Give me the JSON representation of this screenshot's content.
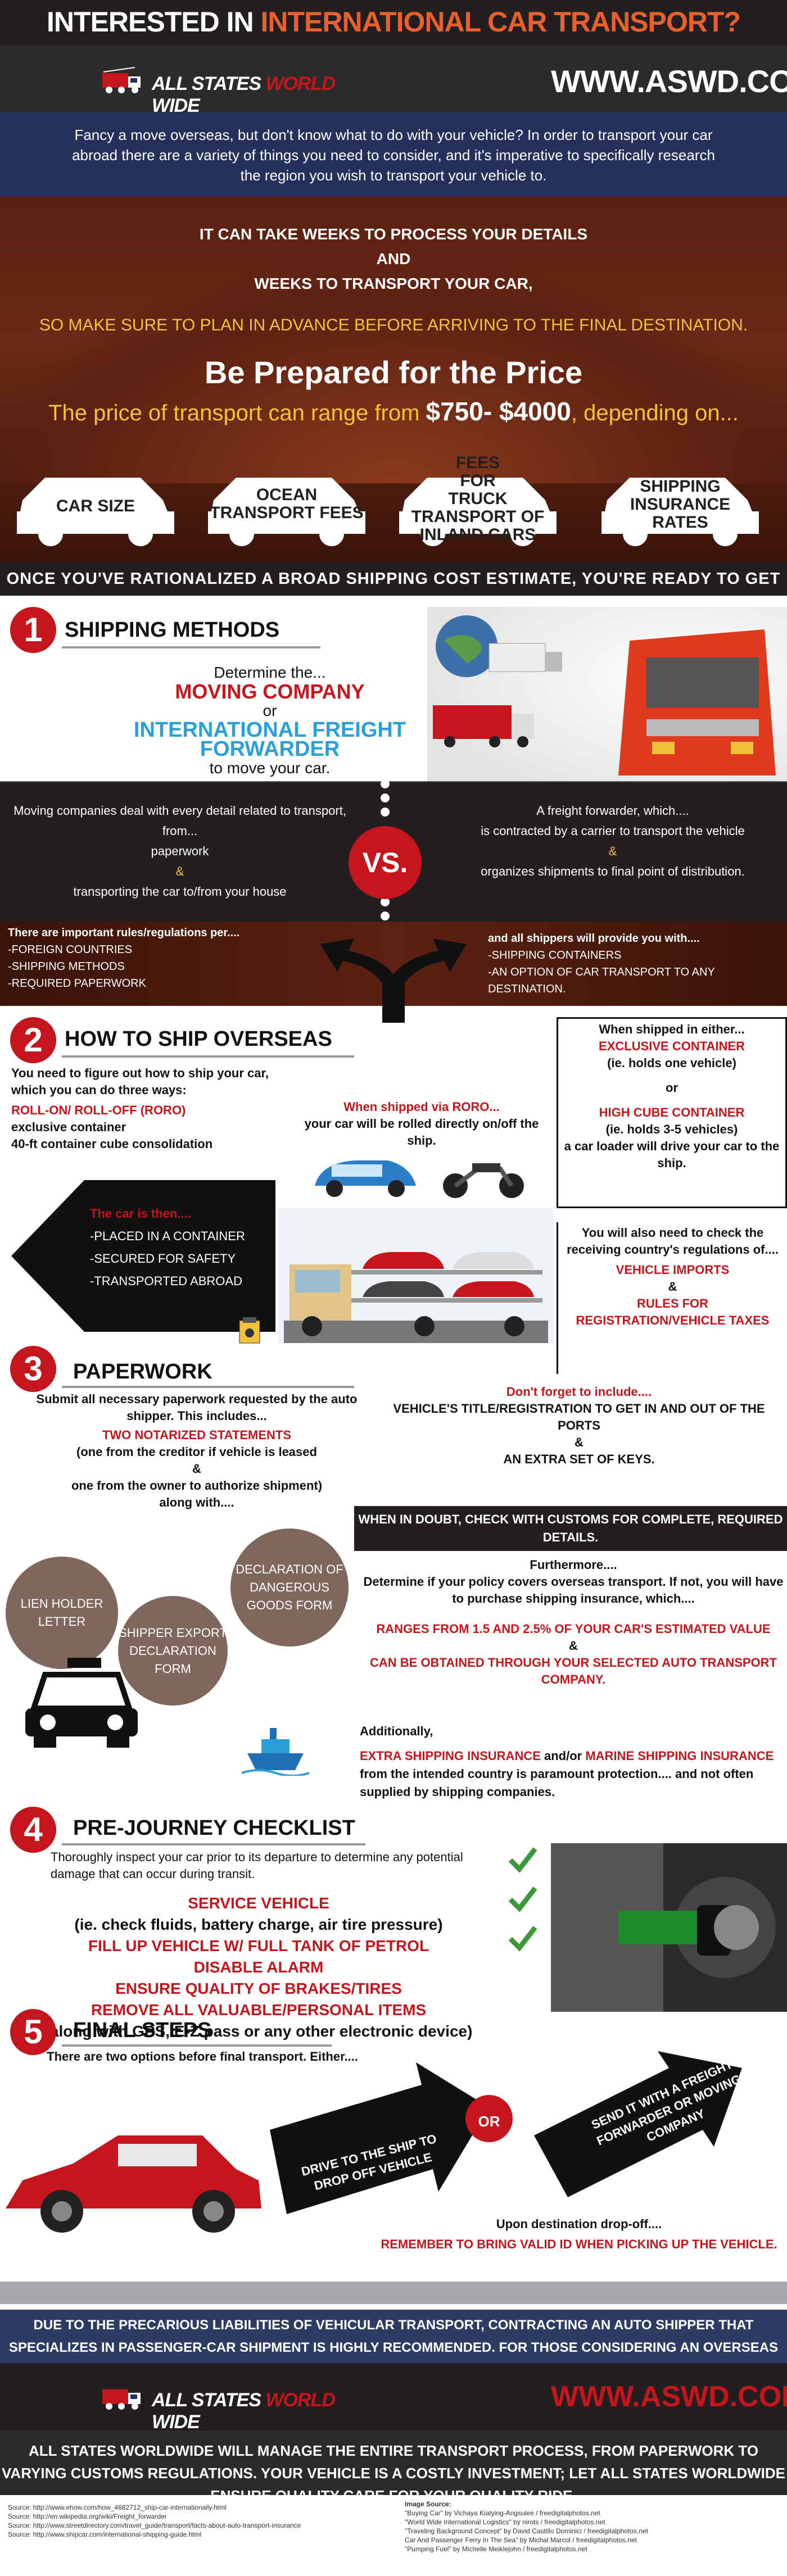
{
  "header": {
    "title_prefix": "INTERESTED IN ",
    "title_highlight": "INTERNATIONAL CAR TRANSPORT?",
    "brand_name_a": "ALL STATES ",
    "brand_name_b": "WORLD",
    "brand_name_c": " WIDE",
    "website": "WWW.ASWD.COM"
  },
  "intro": "Fancy a move overseas, but don't know what to do with your vehicle? In order to transport your car abroad there are a variety of things you need to consider, and it's imperative to specifically research the region you wish to transport your vehicle to.",
  "timing": {
    "line1": "IT CAN TAKE WEEKS TO PROCESS YOUR DETAILS",
    "line2": "AND",
    "line3": "WEEKS TO TRANSPORT YOUR CAR,",
    "plan": "SO MAKE SURE TO PLAN IN ADVANCE BEFORE ARRIVING TO THE FINAL DESTINATION."
  },
  "price": {
    "heading": "Be Prepared for the Price",
    "range_pre": "The price of transport can range from ",
    "range_value": "$750- $4000",
    "range_post": ", depending on...",
    "factors": [
      {
        "line1": "CAR SIZE",
        "line2": "",
        "line3": ""
      },
      {
        "line1": "OCEAN",
        "line2": "TRANSPORT FEES",
        "line3": ""
      },
      {
        "line1": "FEES",
        "line2": "FOR",
        "line3": "TRUCK TRANSPORT OF INLAND CARS"
      },
      {
        "line1": "SHIPPING",
        "line2": "INSURANCE",
        "line3": "RATES"
      }
    ]
  },
  "rationalized": "ONCE YOU'VE RATIONALIZED A BROAD SHIPPING COST ESTIMATE, YOU'RE READY TO GET STARTED.",
  "step1": {
    "num": "1",
    "title": "SHIPPING METHODS",
    "determine": "Determine the...",
    "moving_company": "MOVING COMPANY",
    "or": "or",
    "forwarder": "INTERNATIONAL FREIGHT FORWARDER",
    "to_move": "to move your car.",
    "left_l1": "Moving companies deal with every detail related to transport,",
    "left_l2": "from...",
    "left_l3": "paperwork",
    "left_amp": "&",
    "left_l4": "transporting the car to/from your house",
    "vs": "VS.",
    "right_l1": "A freight forwarder, which....",
    "right_l2": "is contracted by a carrier to transport the vehicle",
    "right_amp": "&",
    "right_l3": "organizes shipments to final point of distribution.",
    "rules_title": "There are important rules/regulations per....",
    "rules_items": [
      "-FOREIGN COUNTRIES",
      "-SHIPPING METHODS",
      "-REQUIRED PAPERWORK"
    ],
    "shippers_title": "and all shippers will provide you with....",
    "shippers_items": [
      "-SHIPPING CONTAINERS",
      "-AN OPTION OF CAR TRANSPORT TO ANY DESTINATION."
    ]
  },
  "step2": {
    "num": "2",
    "title": "HOW TO SHIP OVERSEAS",
    "intro": "You need to figure out how to ship your car, which you can do three ways:",
    "roro": "ROLL-ON/ ROLL-OFF (RORO)",
    "exclusive": "exclusive container",
    "ft40": "40-ft container cube consolidation",
    "via_roro": "When shipped via RORO...",
    "via_roro_text": "your car will be rolled directly on/off the ship.",
    "car_is": "The car is then....",
    "car_list": [
      "-PLACED IN A CONTAINER",
      "-SECURED FOR SAFETY",
      "-TRANSPORTED ABROAD"
    ],
    "either": "When shipped in either...",
    "excl_container": "EXCLUSIVE CONTAINER",
    "excl_note": "(ie. holds one vehicle)",
    "or": "or",
    "hc_container": "HIGH CUBE CONTAINER",
    "hc_note": "(ie. holds 3-5 vehicles)",
    "hc_text": "a car loader will drive your car to the ship.",
    "check_text": "You will also need to check the receiving country's regulations of....",
    "vehicle_imports": "VEHICLE IMPORTS",
    "amp": "&",
    "rules_reg": "RULES FOR REGISTRATION/VEHICLE TAXES"
  },
  "step3": {
    "num": "3",
    "title": "PAPERWORK",
    "submit": "Submit all necessary paperwork requested by the auto shipper. This includes...",
    "two_notarized": "TWO NOTARIZED STATEMENTS",
    "one_from_creditor": "(one from the creditor if vehicle is leased",
    "amp": "&",
    "one_from_owner": "one from the owner to authorize shipment)",
    "along_with": "along with....",
    "dont_forget": "Don't forget to include....",
    "title_reg": "VEHICLE'S TITLE/REGISTRATION TO GET IN AND OUT OF THE PORTS",
    "extra_keys": "AN EXTRA SET OF KEYS.",
    "doubt": "WHEN IN DOUBT, CHECK WITH CUSTOMS FOR COMPLETE, REQUIRED DETAILS.",
    "furthermore": "Furthermore....",
    "determine": "Determine if your policy covers overseas transport.  If not, you will have to purchase shipping insurance, which....",
    "ranges": "RANGES FROM 1.5 AND 2.5% OF YOUR CAR'S ESTIMATED VALUE",
    "obtained": "CAN BE OBTAINED THROUGH YOUR SELECTED AUTO TRANSPORT COMPANY.",
    "additionally": "Additionally,",
    "extra_ship": "EXTRA SHIPPING INSURANCE",
    "and_or": " and/or ",
    "marine": "MARINE SHIPPING INSURANCE",
    "addl_tail": " from the intended country is paramount protection.... and not often supplied by shipping companies.",
    "bubbles": [
      "LIEN HOLDER LETTER",
      "SHIPPER EXPORT DECLARATION FORM",
      "DECLARATION OF DANGEROUS GOODS FORM"
    ]
  },
  "step4": {
    "num": "4",
    "title": "PRE-JOURNEY CHECKLIST",
    "intro": "Thoroughly inspect your car prior to its departure to determine any potential damage that can occur during transit.",
    "service": "SERVICE VEHICLE",
    "service_note": "(ie. check fluids, battery charge, air tire pressure)",
    "fill": "FILL UP VEHICLE W/ FULL TANK OF PETROL",
    "disable": "DISABLE ALARM",
    "ensure": "ENSURE QUALITY OF BRAKES/TIRES",
    "remove": "REMOVE ALL VALUABLE/PERSONAL ITEMS",
    "remove_note": "(along with GPS, E-Z pass or any other electronic device)"
  },
  "step5": {
    "num": "5",
    "title": "FINAL STEPS",
    "intro": "There are two options before final transport. Either....",
    "opt1": "DRIVE TO THE SHIP TO DROP OFF VEHICLE",
    "or": "OR",
    "opt2": "SEND IT WITH A FREIGHT FORWARDER OR MOVING COMPANY",
    "upon": "Upon destination drop-off....",
    "remember": "REMEMBER TO BRING VALID ID WHEN PICKING UP THE VEHICLE."
  },
  "footer": {
    "precarious": "DUE TO THE PRECARIOUS LIABILITIES OF VEHICULAR TRANSPORT, CONTRACTING AN AUTO SHIPPER THAT SPECIALIZES IN PASSENGER-CAR SHIPMENT IS HIGHLY RECOMMENDED. FOR THOSE CONSIDERING AN OVERSEAS SHIPMENT, CONSIDER THE EXPERTS AT",
    "website": "WWW.ASWD.COM",
    "closing": "ALL STATES WORLDWIDE WILL MANAGE THE ENTIRE TRANSPORT PROCESS, FROM PAPERWORK TO VARYING CUSTOMS REGULATIONS. YOUR VEHICLE IS A COSTLY INVESTMENT; LET ALL STATES WORLDWIDE ENSURE QUALITY CARE FOR YOUR QUALITY RIDE.",
    "sources": [
      "Source: http://www.ehow.com/how_4682712_ship-car-internationally.html",
      "Source: http://en.wikipedia.org/wiki/Freight_forwarder",
      "Source: http://www.streetdirectory.com/travel_guide/transport/facts-about-auto-transport-insurance",
      "Source: http://www.shipcar.com/international-shipping-guide.html"
    ],
    "image_source_title": "Image Source:",
    "image_sources": [
      "\"Buying Car\" by Vichaya Kiatying-Angsulee / freedigitalphotos.net",
      "\"World Wide International Logistics\" by nirots / freedigitalphotos.net",
      "\"Traveling Background Concept\" by David Castillo Dominici / freedigitalphotos.net",
      "Car And Passenger Ferry In The Sea\" by Michal Marcol / freedigitalphotos.net",
      "\"Pumping Fuel\" by Michelle Meiklejohn / freedigitalphotos.net"
    ]
  },
  "colors": {
    "accent_red": "#c4161c",
    "accent_orange": "#e8612c",
    "accent_yellow": "#f4c23a",
    "accent_blue": "#2a9fd8",
    "navy": "#25315a",
    "brown": "#5c2112"
  }
}
